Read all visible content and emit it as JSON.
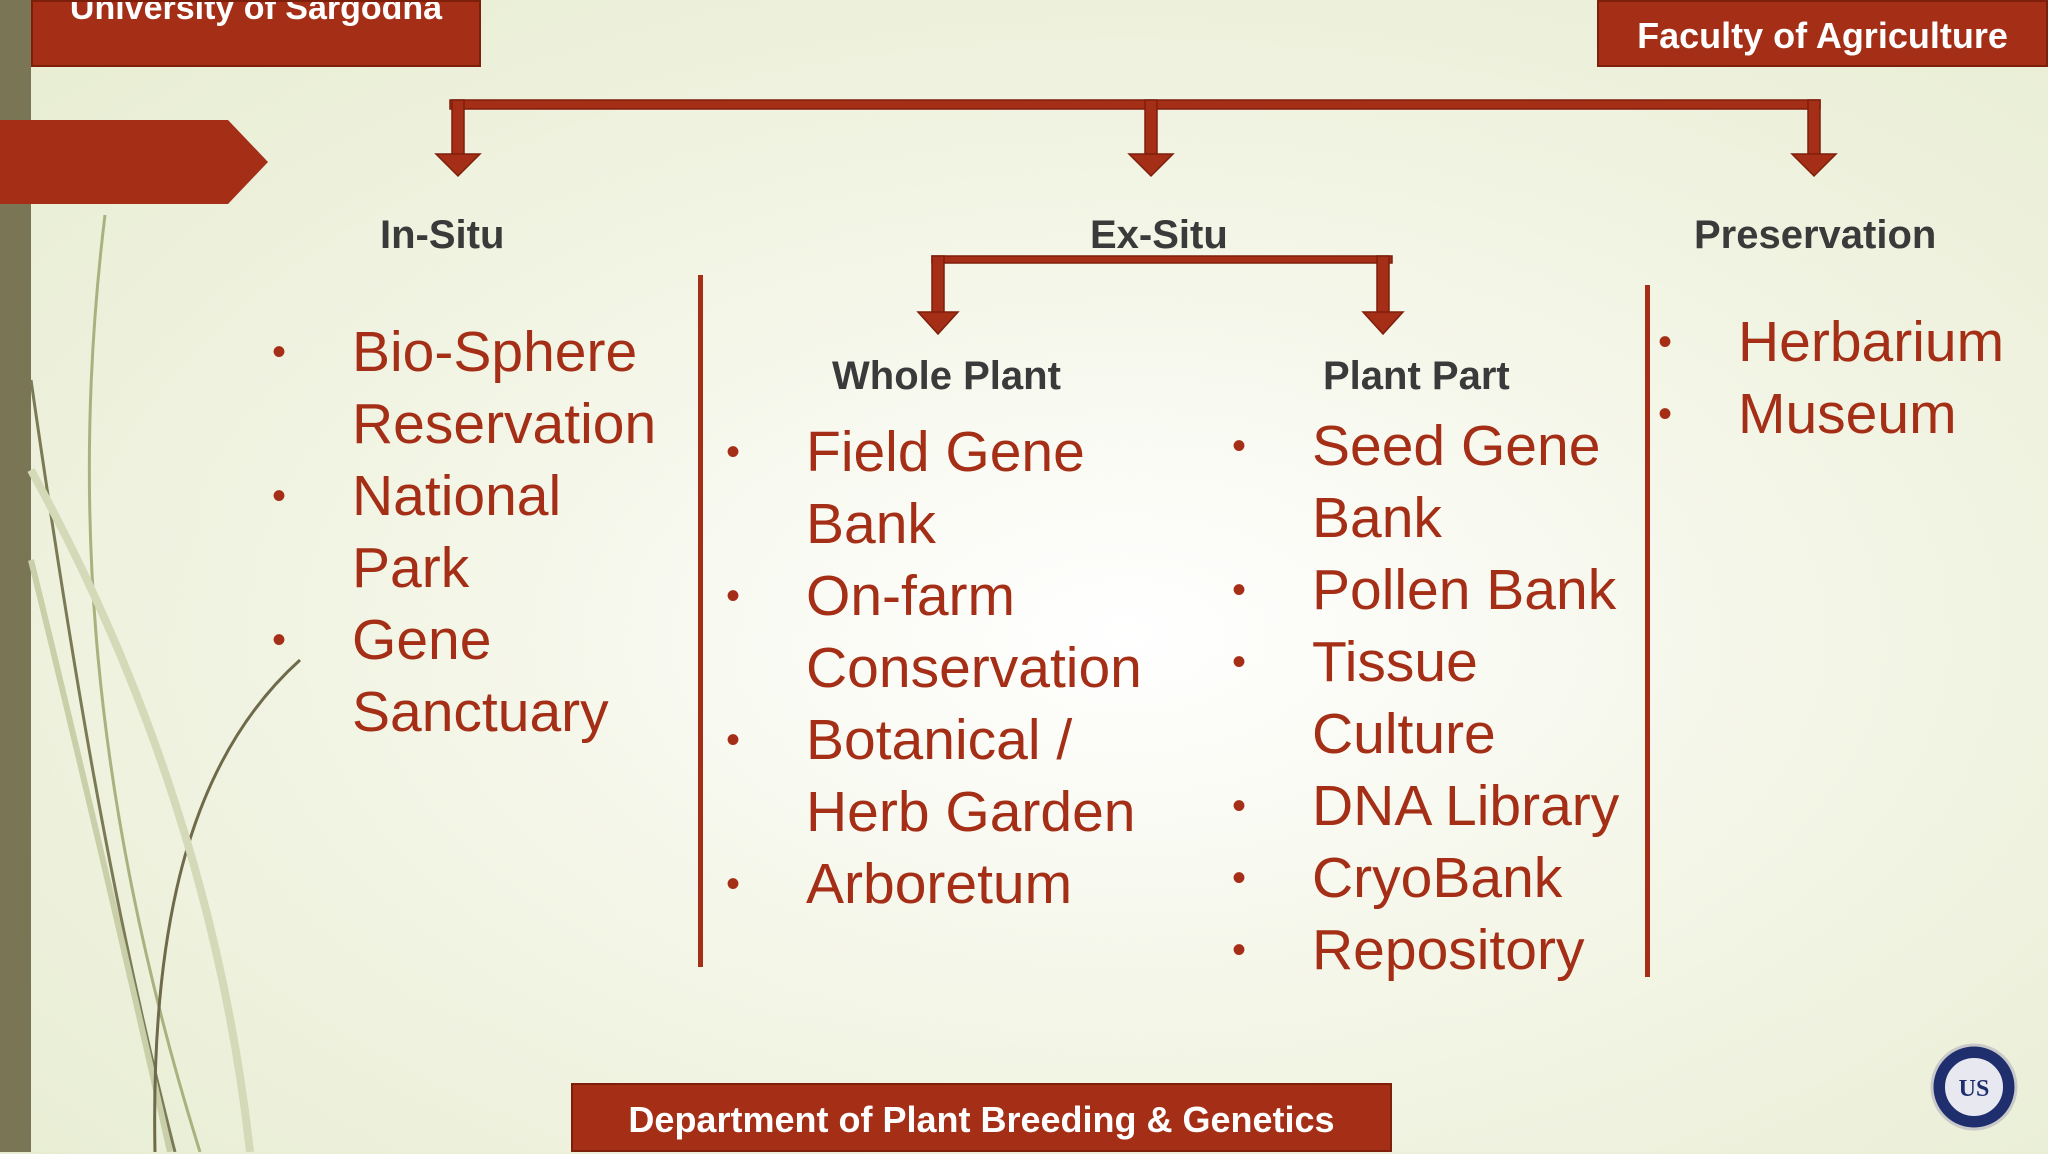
{
  "header": {
    "university": "University of Sargodha",
    "faculty": "Faculty of Agriculture"
  },
  "footer": {
    "department": "Department of Plant Breeding & Genetics"
  },
  "logo": {
    "icon": "university-seal-icon",
    "text": "US"
  },
  "colors": {
    "accent": "#a42e16",
    "heading": "#3a3a3a",
    "strip": "#7a7555"
  },
  "sections": {
    "in_situ": {
      "title": "In-Situ",
      "items": [
        "Bio-Sphere Reservation",
        "National Park",
        "Gene Sanctuary"
      ]
    },
    "ex_situ": {
      "title": "Ex-Situ",
      "whole_plant": {
        "title": "Whole Plant",
        "items": [
          "Field Gene Bank",
          "On-farm Conservation",
          "Botanical / Herb Garden",
          "Arboretum"
        ]
      },
      "plant_part": {
        "title": "Plant Part",
        "items": [
          "Seed Gene Bank",
          "Pollen Bank",
          "Tissue Culture",
          "DNA Library",
          "CryoBank",
          "Repository"
        ]
      }
    },
    "preservation": {
      "title": "Preservation",
      "items": [
        "Herbarium",
        "Museum"
      ]
    }
  }
}
